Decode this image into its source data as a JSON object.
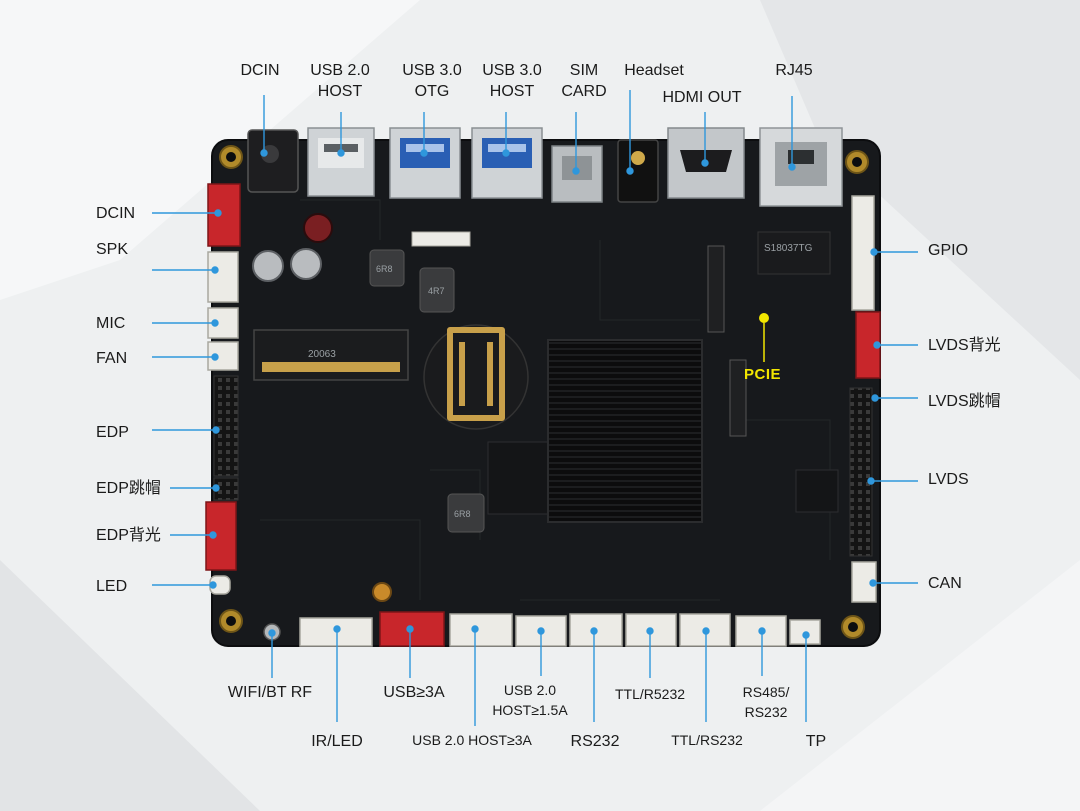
{
  "board": {
    "chip_marks": {
      "ic_a": "S18037TG",
      "ic_b": "20063",
      "inductor_a": "6R8",
      "inductor_b": "6R8",
      "inductor_c": "4R7"
    },
    "pcie_label": "PCIE"
  },
  "top_labels": [
    {
      "id": "dcin-top",
      "lines": [
        "DCIN"
      ]
    },
    {
      "id": "usb20-host-top",
      "lines": [
        "USB 2.0",
        "HOST"
      ]
    },
    {
      "id": "usb30-otg",
      "lines": [
        "USB 3.0",
        "OTG"
      ]
    },
    {
      "id": "usb30-host",
      "lines": [
        "USB 3.0",
        "HOST"
      ]
    },
    {
      "id": "sim-card",
      "lines": [
        "SIM",
        "CARD"
      ]
    },
    {
      "id": "headset",
      "lines": [
        "Headset"
      ]
    },
    {
      "id": "hdmi-out",
      "lines": [
        "HDMI OUT"
      ]
    },
    {
      "id": "rj45",
      "lines": [
        "RJ45"
      ]
    }
  ],
  "left_labels": [
    {
      "id": "dcin-left",
      "text": "DCIN"
    },
    {
      "id": "spk",
      "text": "SPK"
    },
    {
      "id": "mic",
      "text": "MIC"
    },
    {
      "id": "fan",
      "text": "FAN"
    },
    {
      "id": "edp",
      "text": "EDP"
    },
    {
      "id": "edp-jumper",
      "text": "EDP跳帽"
    },
    {
      "id": "edp-backlight",
      "text": "EDP背光"
    },
    {
      "id": "led",
      "text": "LED"
    }
  ],
  "right_labels": [
    {
      "id": "gpio",
      "text": "GPIO"
    },
    {
      "id": "lvds-backlight",
      "text": "LVDS背光"
    },
    {
      "id": "lvds-jumper",
      "text": "LVDS跳帽"
    },
    {
      "id": "lvds",
      "text": "LVDS"
    },
    {
      "id": "can",
      "text": "CAN"
    }
  ],
  "bottom_labels": [
    {
      "id": "wifi-bt-rf",
      "lines": [
        "WIFI/BT RF"
      ]
    },
    {
      "id": "ir-led",
      "lines": [
        "IR/LED"
      ]
    },
    {
      "id": "usb-3a",
      "lines": [
        "USB≥3A"
      ]
    },
    {
      "id": "usb20-host-3a",
      "lines": [
        "USB 2.0 HOST≥3A"
      ]
    },
    {
      "id": "usb20-host-15a",
      "lines": [
        "USB 2.0",
        "HOST≥1.5A"
      ]
    },
    {
      "id": "rs232",
      "lines": [
        "RS232"
      ]
    },
    {
      "id": "ttl-rs232-a",
      "lines": [
        "TTL/R5232"
      ]
    },
    {
      "id": "ttl-rs232-b",
      "lines": [
        "TTL/RS232"
      ]
    },
    {
      "id": "rs485-rs232",
      "lines": [
        "RS485/",
        "RS232"
      ]
    },
    {
      "id": "tp",
      "lines": [
        "TP"
      ]
    }
  ],
  "colors": {
    "pcb": "#17191c",
    "callout": "#2f97dc",
    "red_connector": "#c8262b",
    "white_connector": "#ecebe6",
    "heatsink": "#0b0b0c",
    "pcie_text": "#f2e600"
  }
}
